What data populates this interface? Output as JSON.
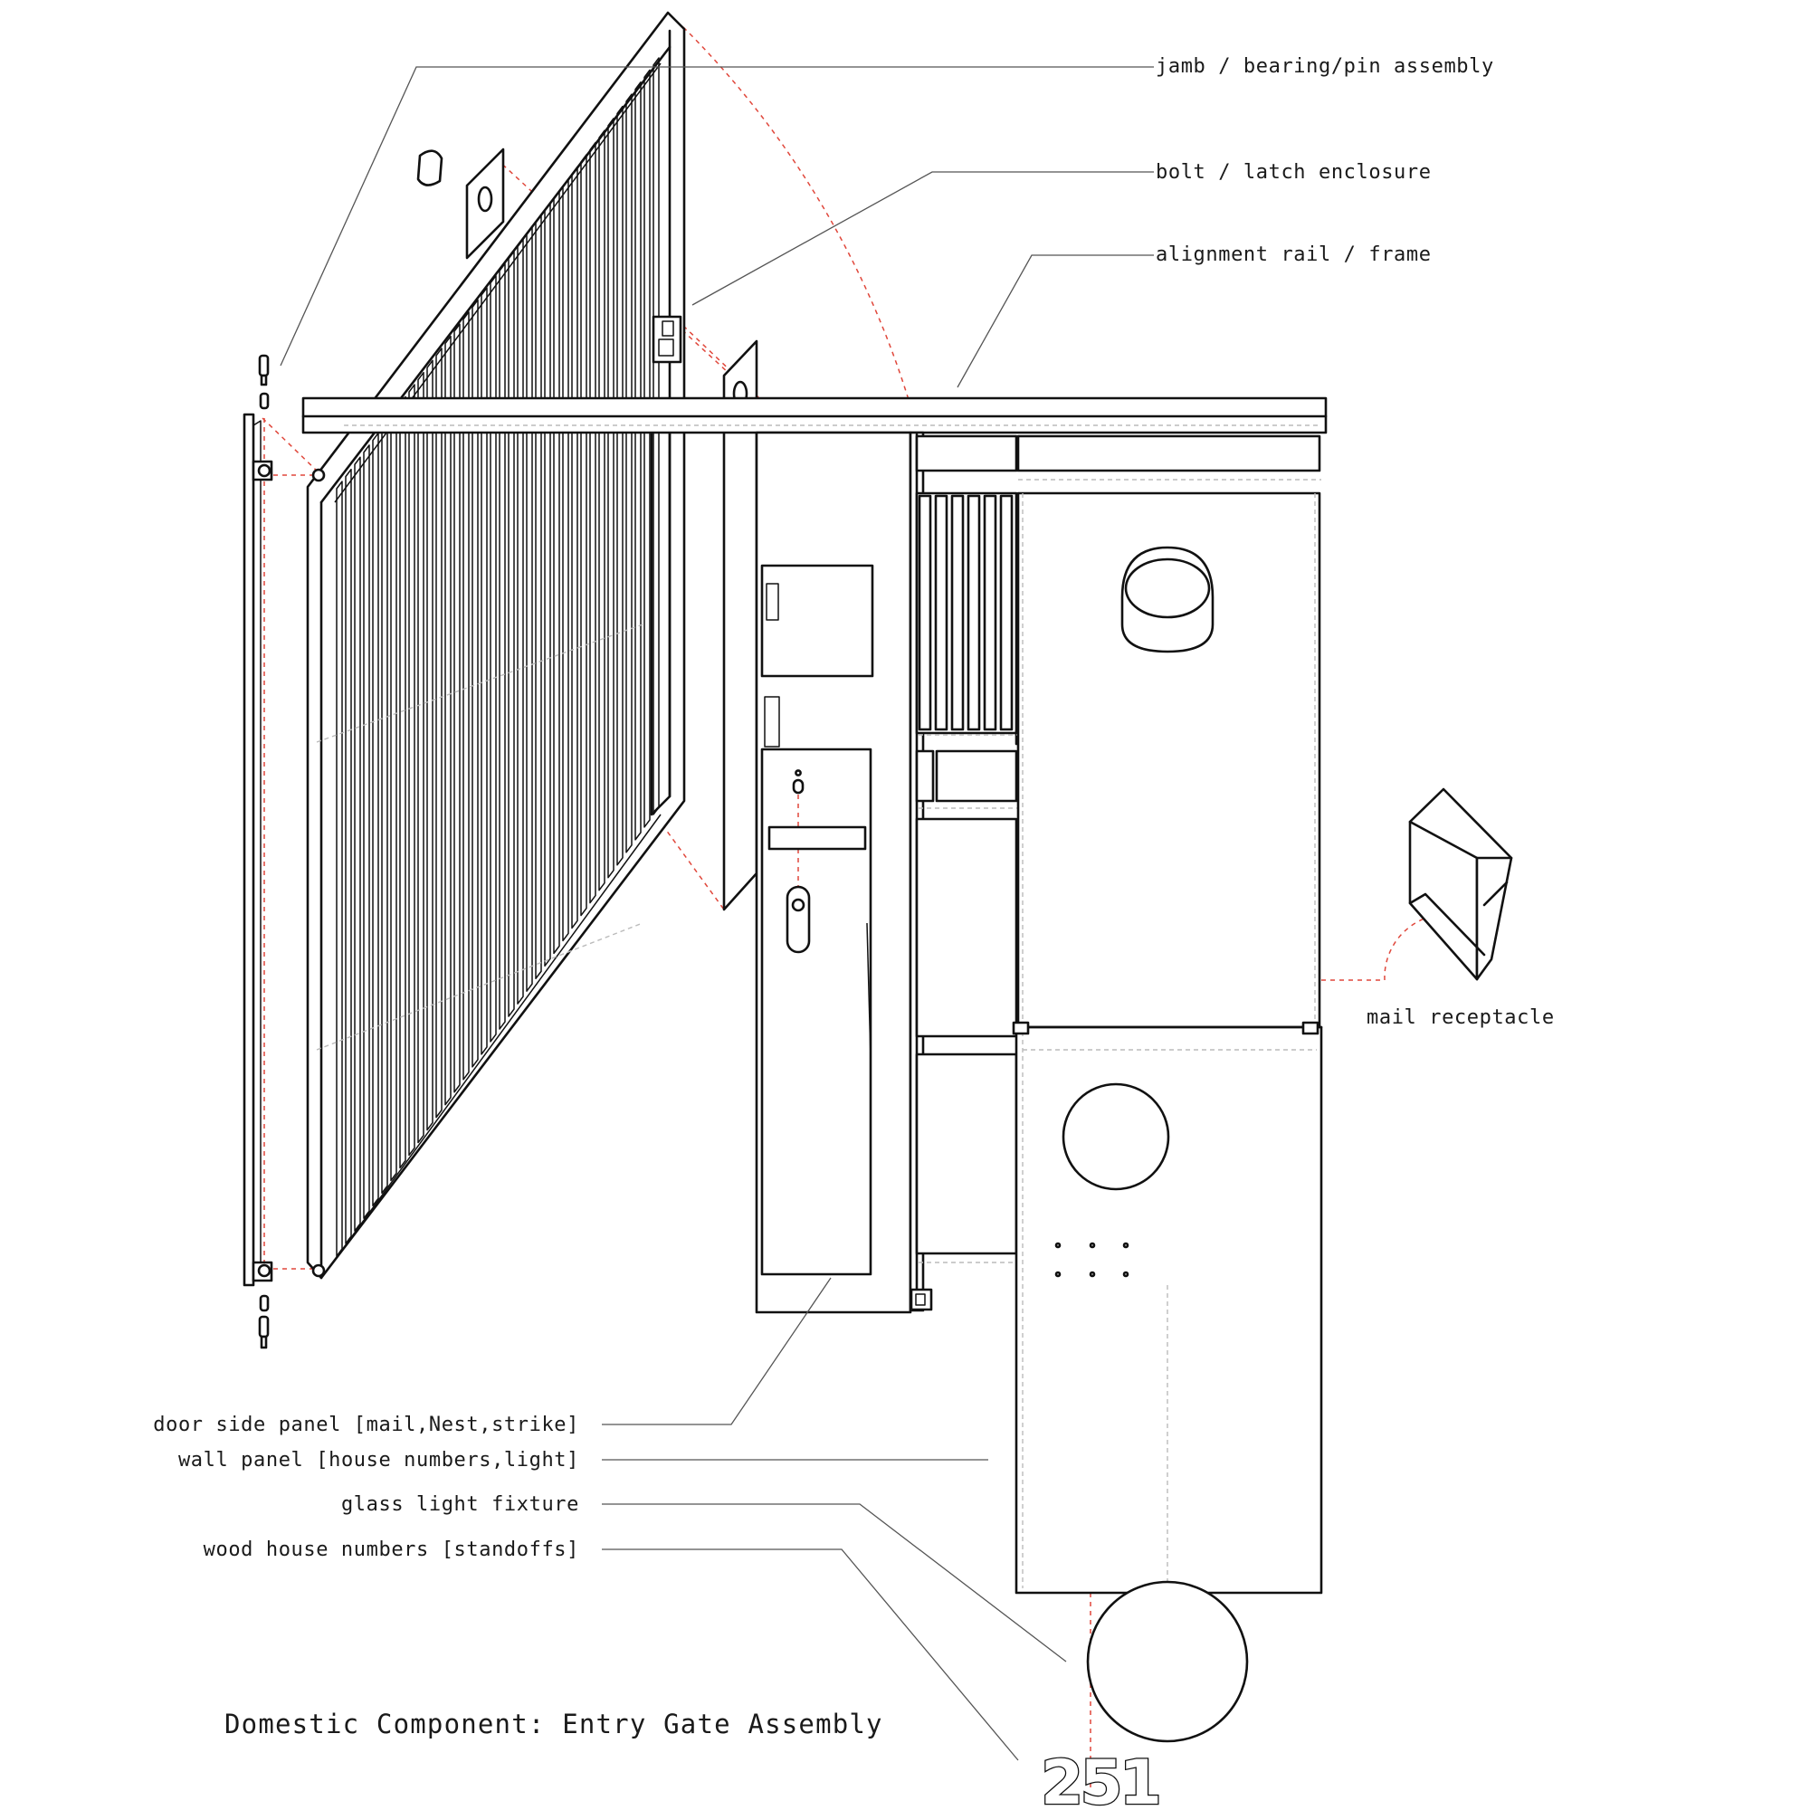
{
  "labels": {
    "jamb": "jamb / bearing/pin assembly",
    "bolt": "bolt / latch enclosure",
    "rail": "alignment rail / frame",
    "mail": "mail receptacle",
    "door_side": "door side panel [mail,Nest,strike]",
    "wall": "wall panel [house numbers,light]",
    "glass": "glass light fixture",
    "wood": "wood house numbers [standoffs]"
  },
  "title": "Domestic Component: Entry Gate Assembly",
  "house_number": "251",
  "colors": {
    "linework": "#111111",
    "construction": "#e0473b",
    "hidden": "#bbbbbb",
    "leader": "#555555",
    "background": "#ffffff"
  }
}
